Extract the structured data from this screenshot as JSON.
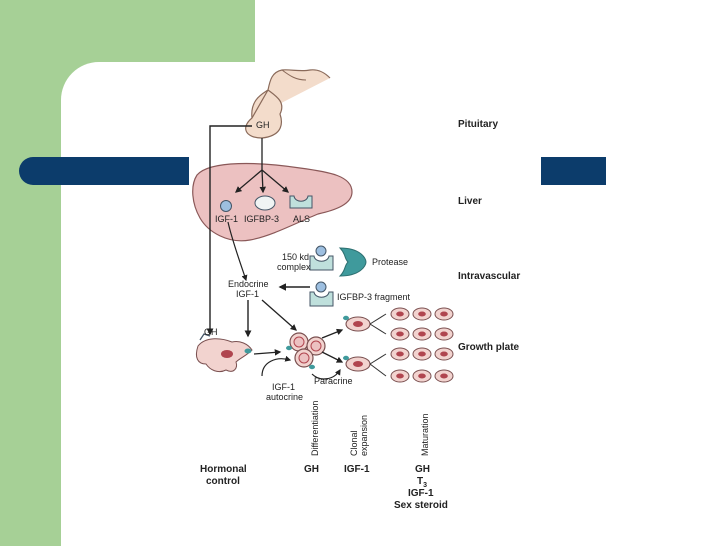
{
  "stages": {
    "pituitary": "Pituitary",
    "liver": "Liver",
    "intravascular": "Intravascular",
    "growth_plate": "Growth plate"
  },
  "labels": {
    "gh_top": "GH",
    "igf1_liver": "IGF-1",
    "igfbp3": "IGFBP-3",
    "als": "ALS",
    "complex_line1": "150 kd",
    "complex_line2": "complex",
    "protease": "Protease",
    "endocrine_line1": "Endocrine",
    "endocrine_line2": "IGF-1",
    "igfbp3_fragment": "IGFBP-3 fragment",
    "gh_cell": "GH",
    "igf1_autocrine_line1": "IGF-1",
    "igf1_autocrine_line2": "autocrine",
    "paracrine": "Paracrine",
    "differentiation": "Differentiation",
    "clonal_line1": "Clonal",
    "clonal_line2": "expansion",
    "maturation": "Maturation"
  },
  "hormonal_control": {
    "label_line1": "Hormonal",
    "label_line2": "control",
    "differentiation": "GH",
    "clonal_expansion": "IGF-1",
    "maturation_1": "GH",
    "maturation_2_base": "T",
    "maturation_2_sub": "3",
    "maturation_3": "IGF-1",
    "maturation_4": "Sex steroid"
  },
  "colors": {
    "green_block": "#a6d096",
    "navy_bar": "#0c3c6b",
    "pituitary_fill": "#f3dccb",
    "liver_fill": "#ecc1c1",
    "igf1_sphere": "#9dbfe0",
    "binding_protein": "#bfe0dc",
    "protease": "#3f9a9c",
    "cell_fill": "#f2d3cf",
    "cell_nucleus": "#b0454f"
  }
}
